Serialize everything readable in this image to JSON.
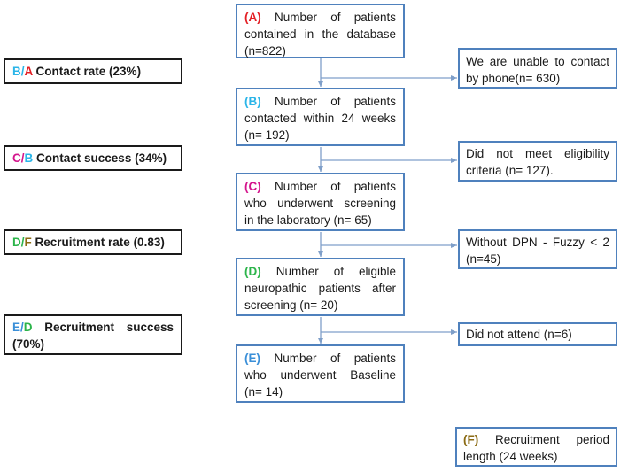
{
  "main_boxes": [
    {
      "tag": "(A)",
      "line1": "Number of patients",
      "line2": "contained in the database",
      "line3": "(n=822)"
    },
    {
      "tag": "(B)",
      "line1": "Number of patients",
      "line2": "contacted within 24 weeks",
      "line3": "(n= 192)"
    },
    {
      "tag": "(C)",
      "line1": "Number of patients",
      "line2": "who underwent screening",
      "line3": "in the laboratory (n= 65)"
    },
    {
      "tag": "(D)",
      "line1": "Number of eligible",
      "line2": "neuropathic patients after",
      "line3": "screening (n= 20)"
    },
    {
      "tag": "(E)",
      "line1": "Number of patients",
      "line2": "who underwent Baseline",
      "line3": "(n= 14)"
    }
  ],
  "exclusion_boxes": [
    {
      "line1": "We are unable to contact",
      "line2": "by phone(n= 630)"
    },
    {
      "line1": "Did not meet eligibility",
      "line2": "criteria (n= 127)."
    },
    {
      "line1": "Without DPN - Fuzzy < 2",
      "line2": "(n=45)"
    },
    {
      "line1": "Did not attend (n=6)",
      "line2": ""
    }
  ],
  "metrics": [
    {
      "num": "B",
      "sep": "/",
      "den": "A",
      "label": "Contact rate (23%)"
    },
    {
      "num": "C",
      "sep": "/",
      "den": "B",
      "label": "Contact success (34%)"
    },
    {
      "num": "D",
      "sep": "/",
      "den": "F",
      "label": "Recruitment rate (0.83)"
    },
    {
      "num": "E",
      "sep": "/",
      "den": "D",
      "label_a": "Recruitment success",
      "label_b": "(70%)"
    }
  ],
  "period_box": {
    "tag": "(F)",
    "line1": "Recruitment period",
    "line2": "length (24 weeks)"
  },
  "colors": {
    "A": "#e31e24",
    "B": "#2bb5e8",
    "C": "#d4148c",
    "D": "#2bb44a",
    "E": "#3a8fd8",
    "F": "#8b6b14",
    "box_border": "#4f81bd",
    "side_border": "#1a1a1a"
  }
}
